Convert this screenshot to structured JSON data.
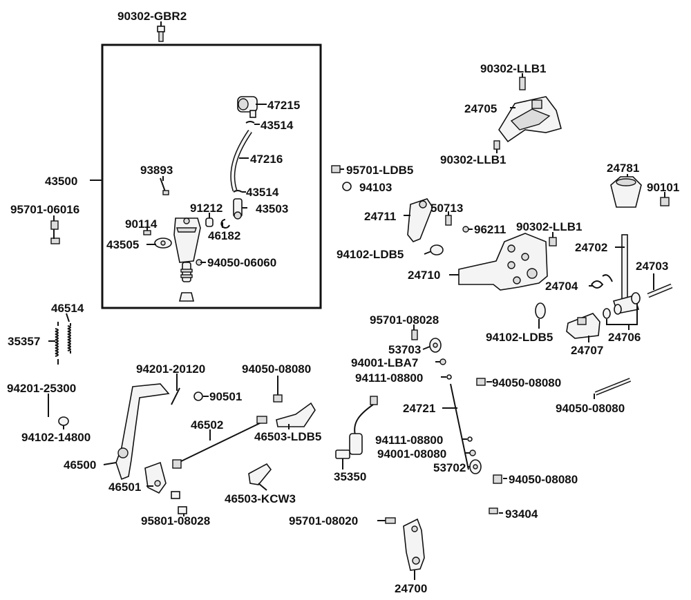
{
  "diagram": {
    "labels": {
      "p90302_gbr2": "90302-GBR2",
      "p47215": "47215",
      "p43514_a": "43514",
      "p47216": "47216",
      "p43514_b": "43514",
      "p43503": "43503",
      "p93893": "93893",
      "p43500": "43500",
      "p91212": "91212",
      "p90114": "90114",
      "p46182": "46182",
      "p43505": "43505",
      "p94050_06060": "94050-06060",
      "p95701_06016": "95701-06016",
      "p90302_llb1_a": "90302-LLB1",
      "p24705": "24705",
      "p90302_llb1_b": "90302-LLB1",
      "p95701_ldb5": "95701-LDB5",
      "p94103": "94103",
      "p24781": "24781",
      "p90101": "90101",
      "p24711": "24711",
      "p50713": "50713",
      "p96211": "96211",
      "p90302_llb1_c": "90302-LLB1",
      "p24702": "24702",
      "p94102_ldb5_a": "94102-LDB5",
      "p24710": "24710",
      "p24704": "24704",
      "p24703": "24703",
      "p46514": "46514",
      "p35357": "35357",
      "p95701_08028": "95701-08028",
      "p94102_ldb5_b": "94102-LDB5",
      "p24706": "24706",
      "p53703": "53703",
      "p24707": "24707",
      "p94001_lba7": "94001-LBA7",
      "p94201_20120": "94201-20120",
      "p94050_08080_a": "94050-08080",
      "p94111_08800_a": "94111-08800",
      "p94050_08080_b": "94050-08080",
      "p94201_25300": "94201-25300",
      "p90501": "90501",
      "p94050_08080_c": "94050-08080",
      "p24721": "24721",
      "p46502": "46502",
      "p46503_ldb5": "46503-LDB5",
      "p94102_14800": "94102-14800",
      "p94111_08800_b": "94111-08800",
      "p94001_08080": "94001-08080",
      "p46500": "46500",
      "p35350": "35350",
      "p53702": "53702",
      "p94050_08080_d": "94050-08080",
      "p46501": "46501",
      "p46503_kcw3": "46503-KCW3",
      "p93404": "93404",
      "p95801_08028": "95801-08028",
      "p95701_08020": "95701-08020",
      "p24700": "24700"
    }
  }
}
